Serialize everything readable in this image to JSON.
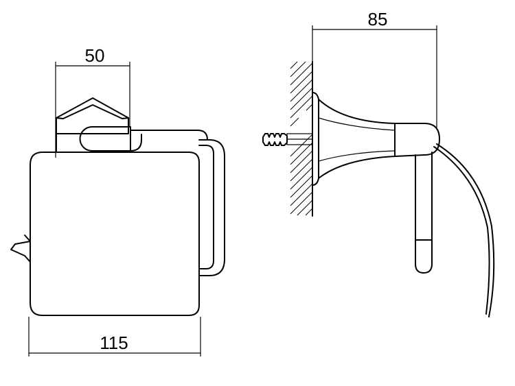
{
  "dimensions": {
    "front_top_width": "50",
    "front_total_width": "115",
    "side_projection": "85"
  },
  "colors": {
    "line": "#000000",
    "background": "#ffffff"
  }
}
